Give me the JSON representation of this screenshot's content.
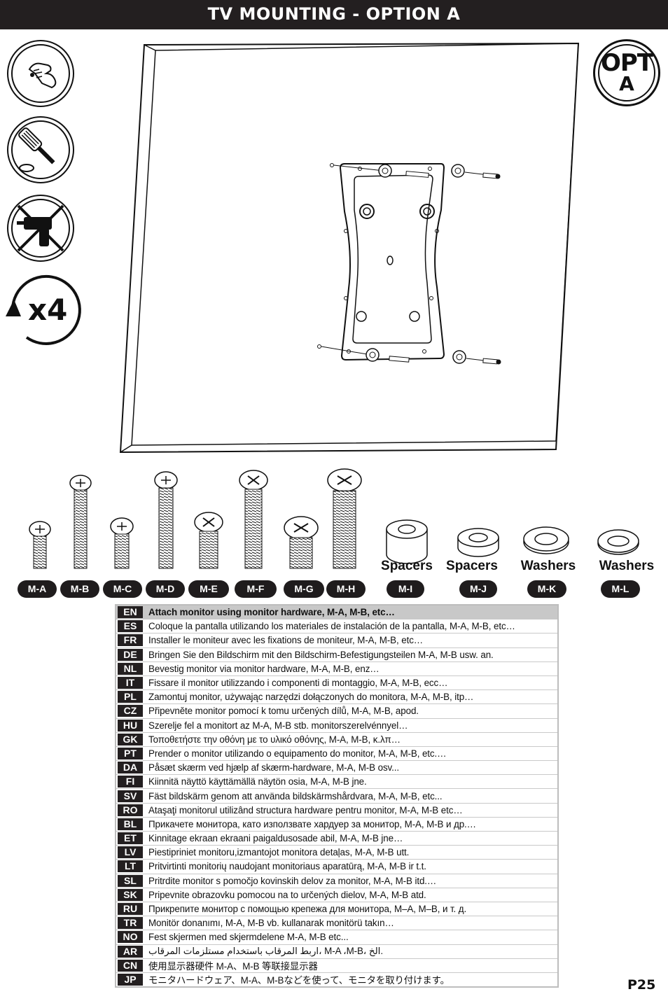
{
  "header": {
    "title": "TV MOUNTING - OPTION A"
  },
  "badge": {
    "line1": "OPT",
    "line2": "A"
  },
  "icons": {
    "hand": "hand-tighten-icon",
    "screwdriver": "screwdriver-icon",
    "no_drill": "no-power-drill-icon",
    "repeat": "repeat-arrow-icon",
    "repeat_count": "x4"
  },
  "hardware": {
    "labels": {
      "mi": "Spacers",
      "mj": "Spacers",
      "mk": "Washers",
      "ml": "Washers"
    },
    "codes": [
      "M-A",
      "M-B",
      "M-C",
      "M-D",
      "M-E",
      "M-F",
      "M-G",
      "M-H",
      "M-I",
      "M-J",
      "M-K",
      "M-L"
    ]
  },
  "instructions": [
    {
      "code": "EN",
      "text": "Attach monitor using monitor hardware, M-A, M-B, etc…"
    },
    {
      "code": "ES",
      "text": "Coloque la pantalla utilizando los materiales de instalación de la pantalla, M-A, M-B, etc…"
    },
    {
      "code": "FR",
      "text": "Installer le moniteur avec les fixations de moniteur, M-A, M-B, etc…"
    },
    {
      "code": "DE",
      "text": "Bringen Sie den Bildschirm mit den Bildschirm-Befestigungsteilen M-A, M-B usw. an."
    },
    {
      "code": "NL",
      "text": "Bevestig monitor via monitor hardware, M-A, M-B, enz…"
    },
    {
      "code": "IT",
      "text": "Fissare il monitor utilizzando i componenti di montaggio, M-A, M-B, ecc…"
    },
    {
      "code": "PL",
      "text": "Zamontuj monitor, używając narzędzi dołączonych do monitora, M-A, M-B, itp…"
    },
    {
      "code": "CZ",
      "text": "Připevněte monitor pomocí k tomu určených dílů, M-A, M-B, apod."
    },
    {
      "code": "HU",
      "text": "Szerelje fel a monitort az M-A, M-B stb. monitorszerelvénnyel…"
    },
    {
      "code": "GK",
      "text": "Τοποθετήστε την οθόνη με το υλικό οθόνης, M-A, M-B, κ.λπ…"
    },
    {
      "code": "PT",
      "text": "Prender o monitor utilizando o equipamento do monitor, M-A, M-B, etc.…"
    },
    {
      "code": "DA",
      "text": "Påsæt skærm ved hjælp af skærm-hardware, M-A, M-B osv..."
    },
    {
      "code": "FI",
      "text": "Kiinnitä näyttö käyttämällä näytön osia, M-A, M-B jne."
    },
    {
      "code": "SV",
      "text": "Fäst bildskärm genom att använda bildskärmshårdvara, M-A, M-B, etc..."
    },
    {
      "code": "RO",
      "text": "Ataşaţi monitorul utilizând structura hardware pentru monitor, M-A, M-B etc…"
    },
    {
      "code": "BL",
      "text": "Прикачете монитора, като използвате хардуер за монитор, M-A, M-B и др.…"
    },
    {
      "code": "ET",
      "text": "Kinnitage ekraan ekraani paigaldusosade abil, M-A, M-B jne…"
    },
    {
      "code": "LV",
      "text": "Piestipriniet monitoru,izmantojot monitora detaļas, M-A, M-B utt."
    },
    {
      "code": "LT",
      "text": "Pritvirtinti monitorių naudojant monitoriaus aparatūrą, M-A, M-B ir t.t."
    },
    {
      "code": "SL",
      "text": "Pritrdite monitor s pomočjo kovinskih delov za monitor, M-A, M-B itd.…"
    },
    {
      "code": "SK",
      "text": "Pripevnite obrazovku pomocou na to určených dielov, M-A, M-B atd."
    },
    {
      "code": "RU",
      "text": "Прикрепите монитор с помощью крепежа для монитора, M–A, M–B, и т. д."
    },
    {
      "code": "TR",
      "text": "Monitör donanımı, M-A, M-B vb. kullanarak monitörü takın…"
    },
    {
      "code": "NO",
      "text": "Fest skjermen med skjermdelene M-A, M-B etc..."
    },
    {
      "code": "AR",
      "text": "اربط المرقاب باستخدام مستلزمات المرقاب، M-A ،M-B، الخ."
    },
    {
      "code": "CN",
      "text": "使用显示器硬件 M-A、M-B 等联接显示器"
    },
    {
      "code": "JP",
      "text": "モニタハードウェア、M-A、M-Bなどを使って、モニタを取り付けます。"
    }
  ],
  "page": {
    "number": "P25"
  }
}
